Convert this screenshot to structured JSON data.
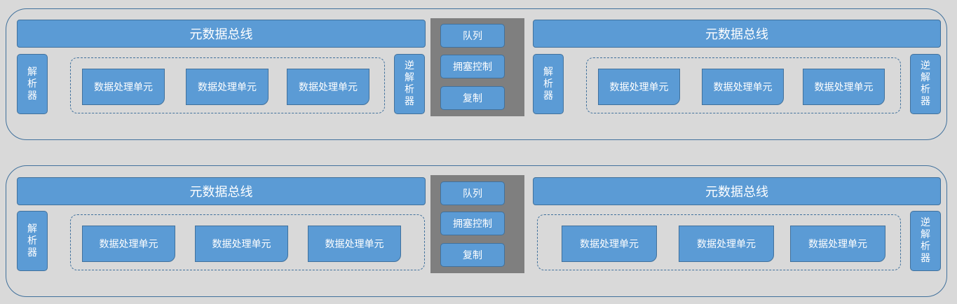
{
  "rows": [
    {
      "left": {
        "bus": "元数据总线",
        "parser": "解析器",
        "deparser": "逆解析器",
        "units": [
          "数据处理单元",
          "数据处理单元",
          "数据处理单元"
        ]
      },
      "middle": [
        "队列",
        "拥塞控制",
        "复制"
      ],
      "right": {
        "bus": "元数据总线",
        "parser": "解析器",
        "deparser": "逆解析器",
        "units": [
          "数据处理单元",
          "数据处理单元",
          "数据处理单元"
        ]
      }
    },
    {
      "left": {
        "bus": "元数据总线",
        "parser": "解析器",
        "units": [
          "数据处理单元",
          "数据处理单元",
          "数据处理单元"
        ]
      },
      "middle": [
        "队列",
        "拥塞控制",
        "复制"
      ],
      "right": {
        "bus": "元数据总线",
        "deparser": "逆解析器",
        "units": [
          "数据处理单元",
          "数据处理单元",
          "数据处理单元"
        ]
      }
    }
  ],
  "colors": {
    "background": "#d9d9d9",
    "box_fill": "#5b9bd5",
    "box_border": "#41719c",
    "middle_fill": "#7f7f7f"
  }
}
